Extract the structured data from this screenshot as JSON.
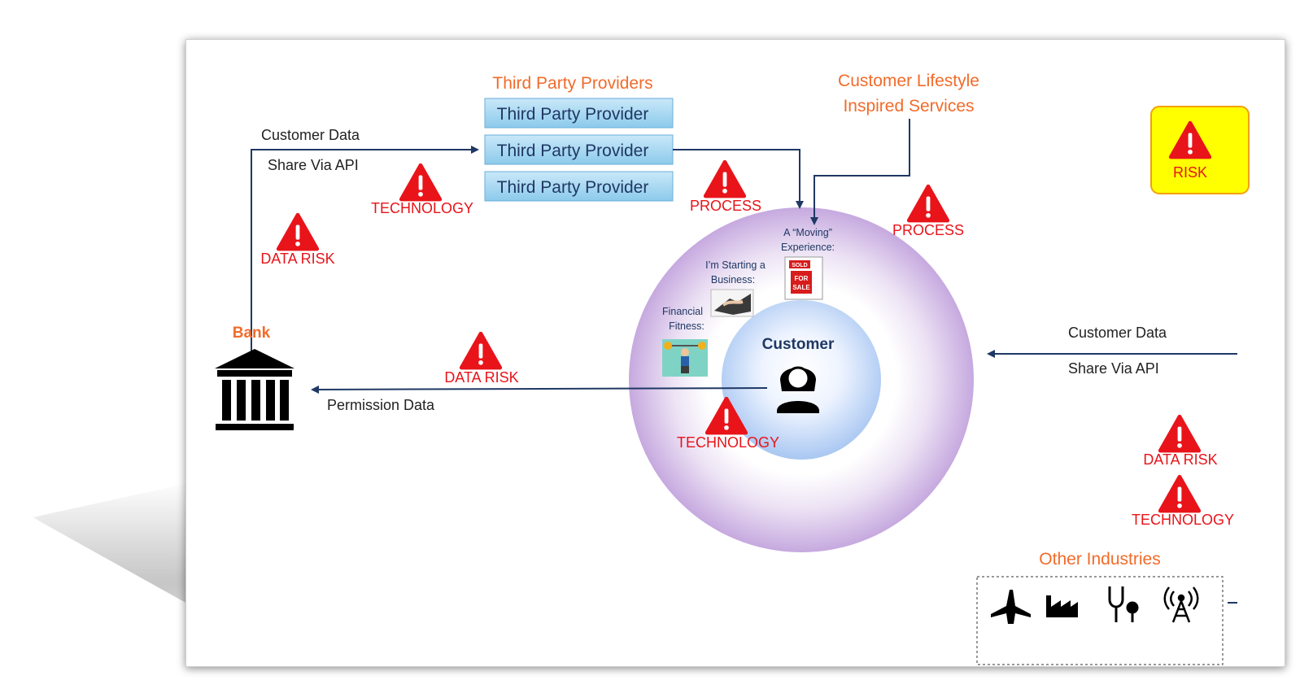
{
  "third_party": {
    "title": "Third Party Providers",
    "providers": [
      "Third Party Provider",
      "Third Party Provider",
      "Third Party Provider"
    ]
  },
  "lifestyle": {
    "line1": "Customer Lifestyle",
    "line2": "Inspired Services"
  },
  "legend": {
    "label": "RISK"
  },
  "bank": {
    "label": "Bank",
    "icon": "bank-icon"
  },
  "left_flow": {
    "line1": "Customer Data",
    "line2": "Share Via API"
  },
  "permission": {
    "label": "Permission Data"
  },
  "right_flow": {
    "line1": "Customer Data",
    "line2": "Share Via API"
  },
  "customer": {
    "label": "Customer",
    "icon": "person-icon"
  },
  "experiences": {
    "moving_line1": "A “Moving”",
    "moving_line2": "Experience:",
    "business_line1": "I’m Starting a",
    "business_line2": "Business:",
    "fitness_line1": "Financial",
    "fitness_line2": "Fitness:",
    "sign_top": "SOLD",
    "sign_mid": "FOR",
    "sign_bot": "SALE"
  },
  "risks": {
    "technology_top": "TECHNOLOGY",
    "data_risk_left": "DATA RISK",
    "process_mid": "PROCESS",
    "process_right": "PROCESS",
    "data_risk_mid": "DATA RISK",
    "technology_mid": "TECHNOLOGY",
    "data_risk_right": "DATA RISK",
    "technology_right": "TECHNOLOGY"
  },
  "other_industries": {
    "title": "Other Industries",
    "icons": [
      "airplane-icon",
      "factory-icon",
      "stethoscope-icon",
      "radio-tower-icon"
    ]
  },
  "colors": {
    "accent_orange": "#f26b2a",
    "risk_red": "#e8141a",
    "navy": "#1f3864",
    "legend_yellow": "#ffff00",
    "provider_blue": "#9dd3f0"
  }
}
